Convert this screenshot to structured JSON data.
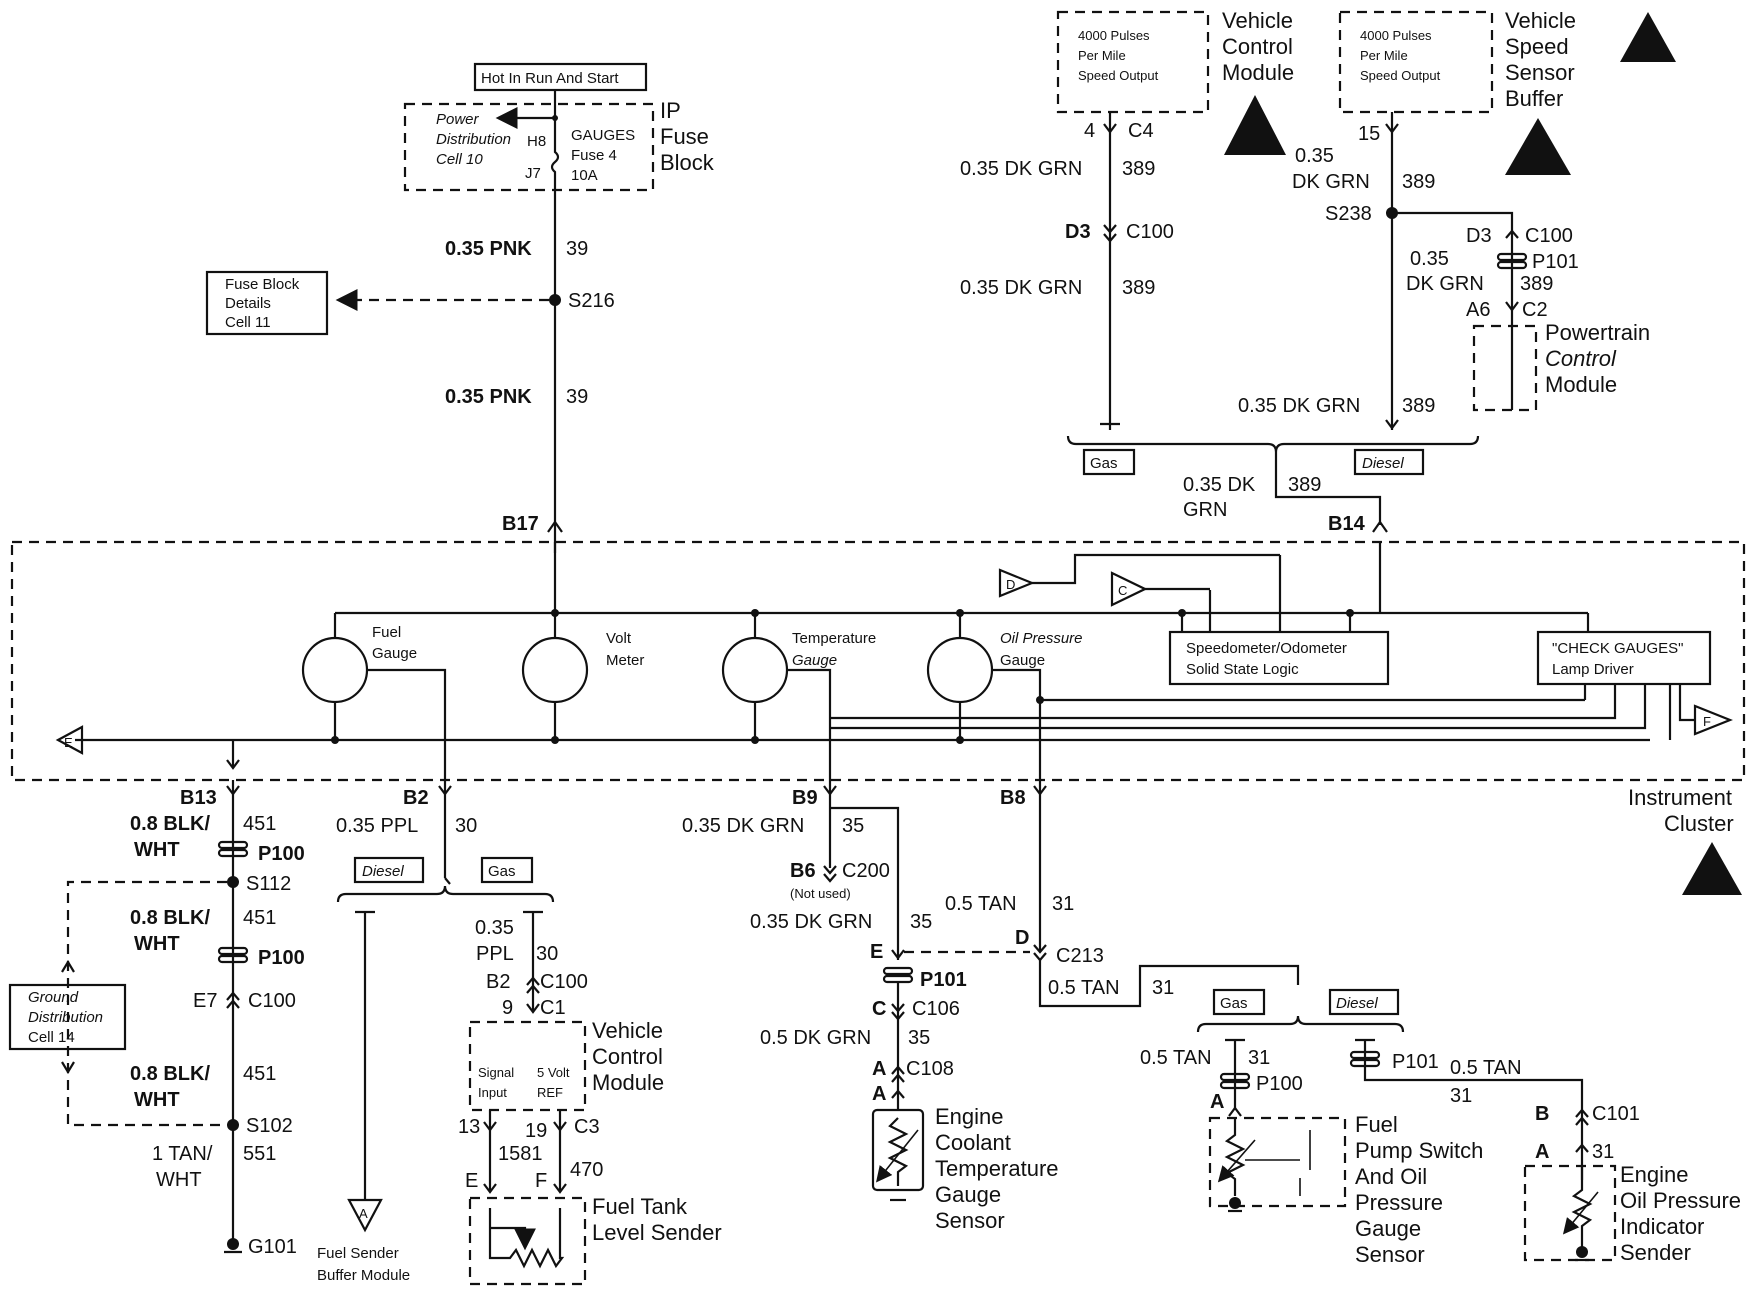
{
  "top": {
    "hot_label": "Hot In Run And Start",
    "ip_fuse_block": [
      "IP",
      "Fuse",
      "Block"
    ],
    "power_dist": [
      "Power",
      "Distribution",
      "Cell 10"
    ],
    "h8": "H8",
    "j7": "J7",
    "fuse": [
      "GAUGES",
      "Fuse 4",
      "10A"
    ],
    "wire_39": [
      "0.35 PNK",
      "39"
    ],
    "s216": "S216",
    "fuse_block_details": [
      "Fuse Block",
      "Details",
      "Cell 11"
    ],
    "b17": "B17"
  },
  "vcm_top": {
    "box": [
      "4000 Pulses",
      "Per Mile",
      "Speed Output"
    ],
    "name": [
      "Vehicle",
      "Control",
      "Module"
    ],
    "pin": "4",
    "conn": "C4",
    "wire": [
      "0.35 DK GRN",
      "389"
    ],
    "d3": "D3",
    "c100": "C100"
  },
  "vssb": {
    "box": [
      "4000 Pulses",
      "Per Mile",
      "Speed Output"
    ],
    "name": [
      "Vehicle",
      "Speed",
      "Sensor",
      "Buffer"
    ],
    "pin": "15",
    "wire": [
      "0.35",
      "DK GRN",
      "389"
    ],
    "s238": "S238",
    "d3": "D3",
    "c100": "C100",
    "p101": "P101",
    "wire2": [
      "0.35",
      "DK GRN",
      "389"
    ],
    "a6": "A6",
    "c2": "C2",
    "pcm": [
      "Powertrain",
      "Control",
      "Module"
    ],
    "wire3": [
      "0.35 DK GRN",
      "389"
    ]
  },
  "gas": "Gas",
  "diesel": "Diesel",
  "b14_wire": [
    "0.35 DK",
    "GRN",
    "389"
  ],
  "b14": "B14",
  "cluster": {
    "fuel_gauge": [
      "Fuel",
      "Gauge"
    ],
    "volt_meter": [
      "Volt",
      "Meter"
    ],
    "temp_gauge": [
      "Temperature",
      "Gauge"
    ],
    "oil_gauge": [
      "Oil Pressure",
      "Gauge"
    ],
    "speedo": [
      "Speedometer/Odometer",
      "Solid State Logic"
    ],
    "check": [
      "\"CHECK GAUGES\"",
      "Lamp Driver"
    ],
    "name": [
      "Instrument",
      "Cluster"
    ],
    "d": "D",
    "c": "C",
    "e": "E",
    "f": "F"
  },
  "left": {
    "b13": "B13",
    "wire1": [
      "0.8 BLK/",
      "WHT",
      "451"
    ],
    "p100a": "P100",
    "s112": "S112",
    "wire2": [
      "0.8 BLK/",
      "WHT",
      "451"
    ],
    "p100b": "P100",
    "e7": "E7",
    "c100": "C100",
    "wire3": [
      "0.8 BLK/",
      "WHT",
      "451"
    ],
    "s102": "S102",
    "wire4": [
      "1 TAN/",
      "WHT",
      "551"
    ],
    "g101": "G101",
    "ground": [
      "Ground",
      "Distribution",
      "Cell 14"
    ]
  },
  "fuel": {
    "b2": "B2",
    "wire": [
      "0.35 PPL",
      "30"
    ],
    "wire2": [
      "0.35",
      "PPL",
      "30"
    ],
    "b2b": "B2",
    "c100": "C100",
    "pin9": "9",
    "c1": "C1",
    "vcm": [
      "Vehicle",
      "Control",
      "Module"
    ],
    "signal": [
      "Signal",
      "Input"
    ],
    "ref": [
      "5 Volt",
      "REF"
    ],
    "p13": "13",
    "p19": "19",
    "c3": "C3",
    "w1581": "1581",
    "w470": "470",
    "e": "E",
    "f": "F",
    "sender": [
      "Fuel Tank",
      "Level Sender"
    ],
    "a": "A",
    "fsbm": [
      "Fuel Sender",
      "Buffer Module"
    ]
  },
  "temp": {
    "b9": "B9",
    "wire": [
      "0.35 DK GRN",
      "35"
    ],
    "b6": "B6",
    "c200": "C200",
    "not_used": "(Not used)",
    "wire2": [
      "0.35 DK GRN",
      "35"
    ],
    "e": "E",
    "p101": "P101",
    "c": "C",
    "c106": "C106",
    "wire3": [
      "0.5 DK GRN",
      "35"
    ],
    "a": "A",
    "c108": "C108",
    "a2": "A",
    "sensor": [
      "Engine",
      "Coolant",
      "Temperature",
      "Gauge",
      "Sensor"
    ]
  },
  "oil": {
    "b8": "B8",
    "wire": [
      "0.5 TAN",
      "31"
    ],
    "d": "D",
    "c213": "C213",
    "wire2": [
      "0.5 TAN",
      "31"
    ],
    "wire3": [
      "0.5 TAN",
      "31"
    ],
    "p100": "P100",
    "a": "A",
    "p101": "P101",
    "wire4": [
      "0.5 TAN",
      "31"
    ],
    "b": "B",
    "c101": "C101",
    "a2": "A",
    "w31": "31",
    "switch": [
      "Fuel",
      "Pump Switch",
      "And Oil",
      "Pressure",
      "Gauge",
      "Sensor"
    ],
    "indicator": [
      "Engine",
      "Oil Pressure",
      "Indicator",
      "Sender"
    ]
  }
}
